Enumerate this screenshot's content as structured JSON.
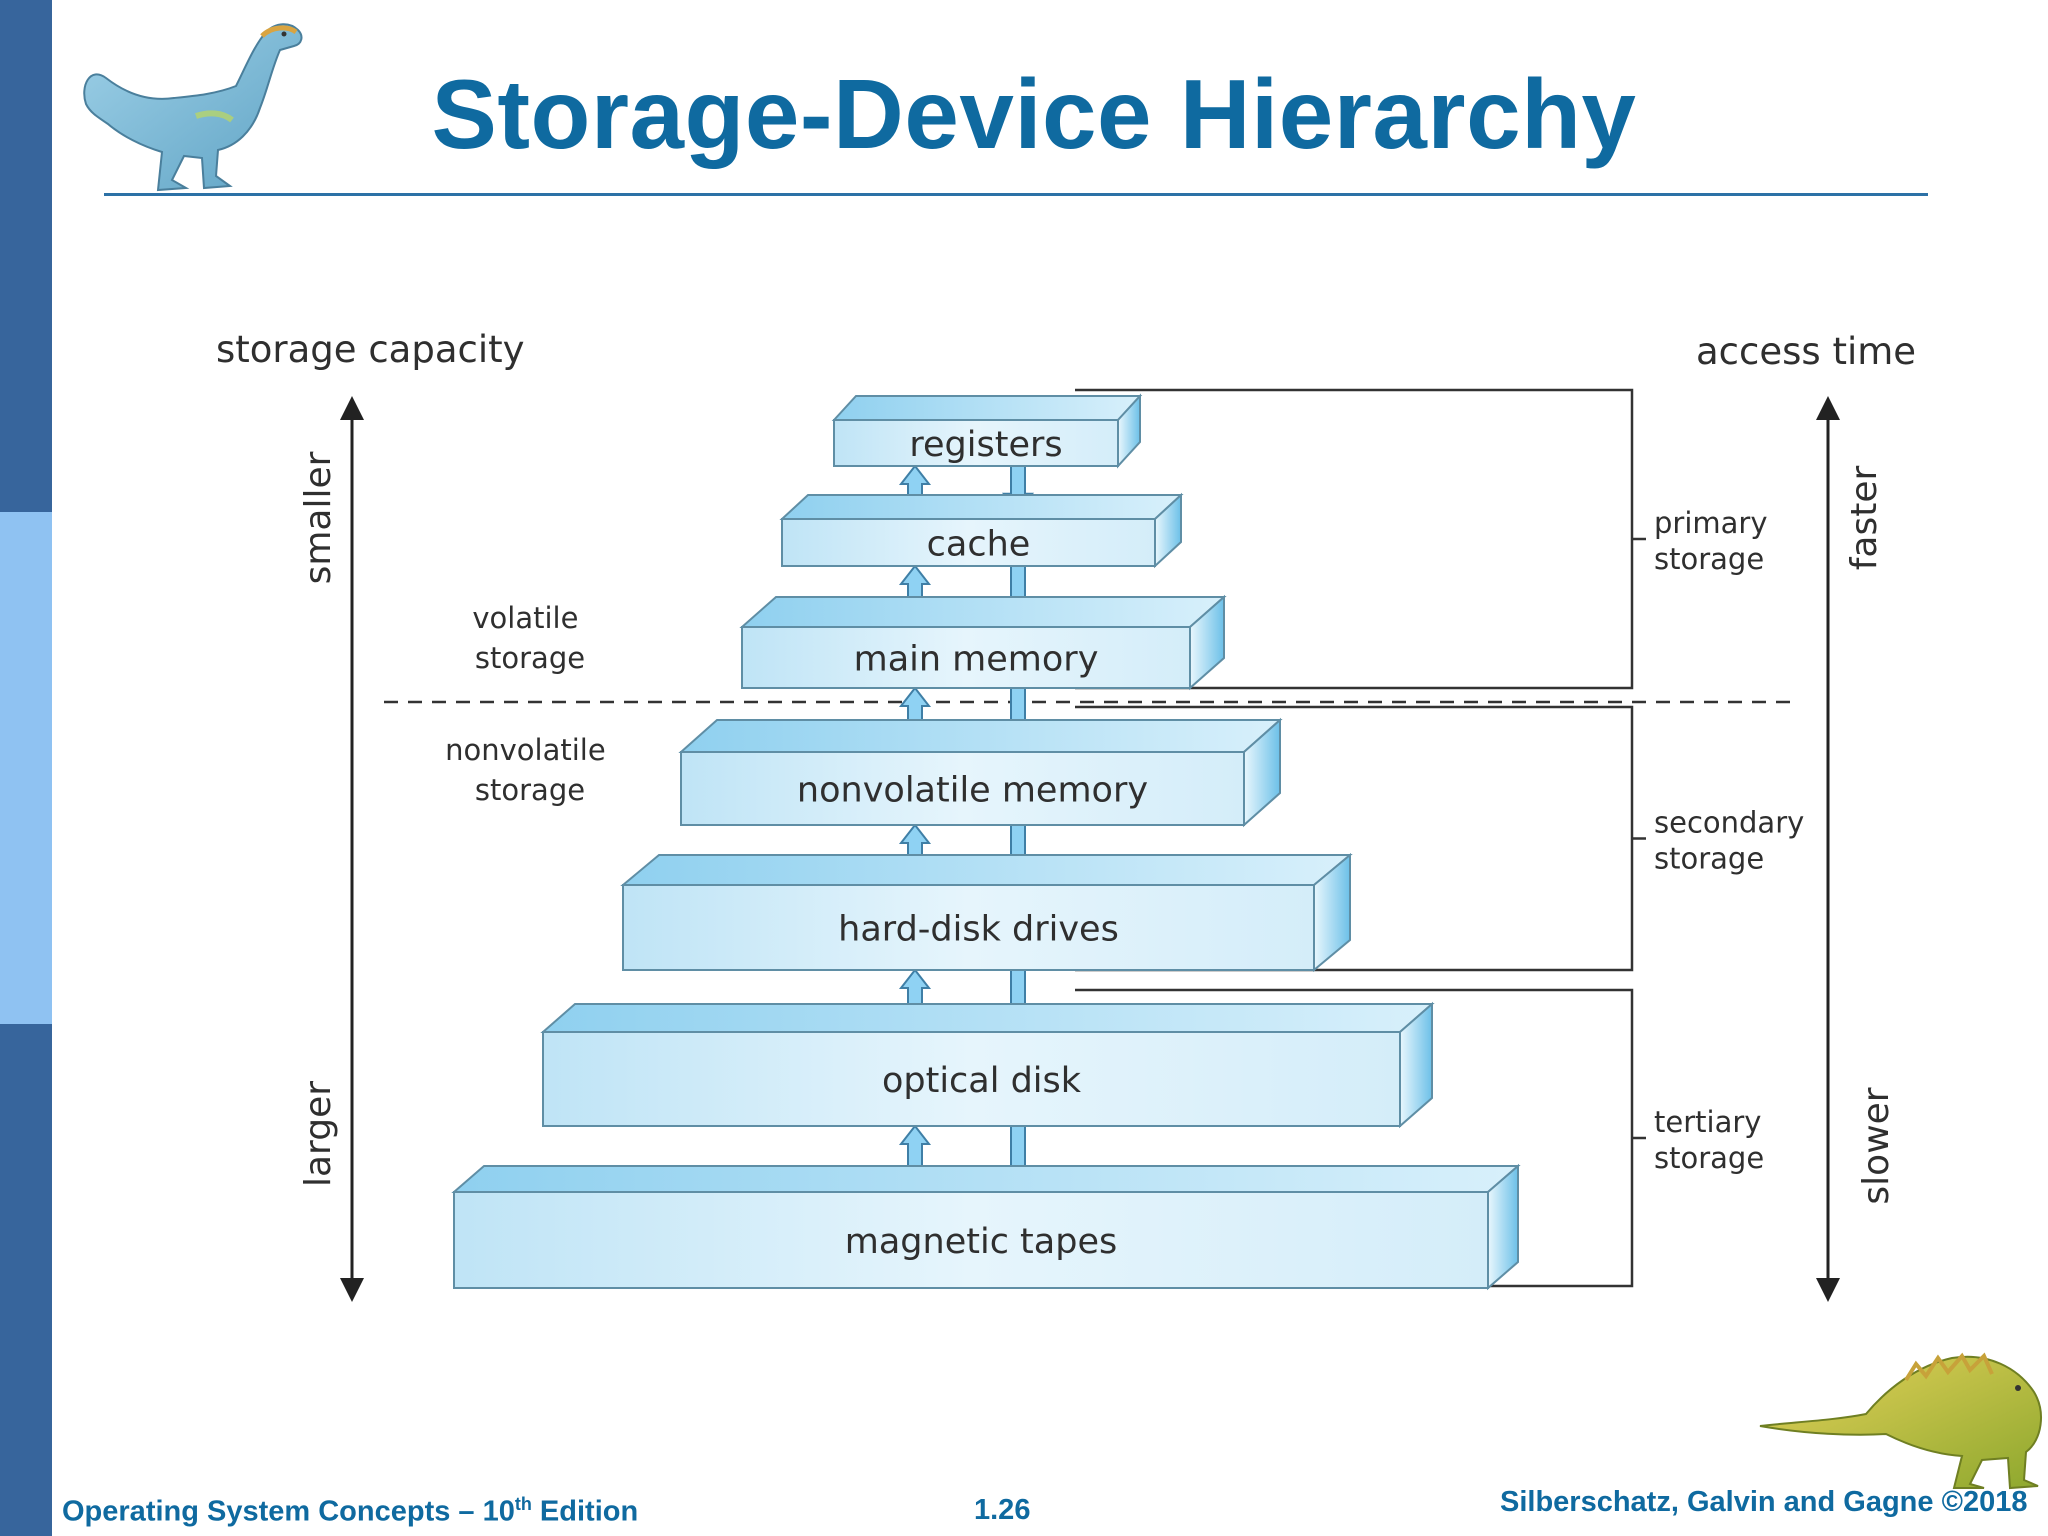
{
  "slide": {
    "title": "Storage-Device Hierarchy",
    "footer_left": "Operating System Concepts – 10",
    "footer_left_sup": "th",
    "footer_left_end": " Edition",
    "page_number": "1.26",
    "footer_right": "Silberschatz, Galvin and Gagne ©2018"
  },
  "colors": {
    "accent": "#0f6aa0",
    "sidebar_dark": "#37659c",
    "sidebar_light": "#8fc2f2",
    "box_fill": "#cdeaf9",
    "box_edge": "#5f8ea5"
  },
  "icons": {
    "top_left": "dinosaur-icon",
    "bottom_right": "dinosaur-icon"
  },
  "diagram": {
    "left_axis": {
      "title": "storage capacity",
      "top": "smaller",
      "bottom": "larger"
    },
    "right_axis": {
      "title": "access time",
      "top": "faster",
      "bottom": "slower"
    },
    "divider_labels": {
      "volatile": [
        "volatile",
        "storage"
      ],
      "nonvolatile": [
        "nonvolatile",
        "storage"
      ]
    },
    "levels": [
      {
        "id": "registers",
        "label": "registers",
        "group": "primary"
      },
      {
        "id": "cache",
        "label": "cache",
        "group": "primary"
      },
      {
        "id": "main-memory",
        "label": "main memory",
        "group": "primary"
      },
      {
        "id": "nonvolatile-memory",
        "label": "nonvolatile memory",
        "group": "secondary"
      },
      {
        "id": "hard-disk-drives",
        "label": "hard-disk drives",
        "group": "secondary"
      },
      {
        "id": "optical-disk",
        "label": "optical disk",
        "group": "tertiary"
      },
      {
        "id": "magnetic-tapes",
        "label": "magnetic tapes",
        "group": "tertiary"
      }
    ],
    "groups": [
      {
        "id": "primary",
        "lines": [
          "primary",
          "storage"
        ]
      },
      {
        "id": "secondary",
        "lines": [
          "secondary",
          "storage"
        ]
      },
      {
        "id": "tertiary",
        "lines": [
          "tertiary",
          "storage"
        ]
      }
    ]
  }
}
